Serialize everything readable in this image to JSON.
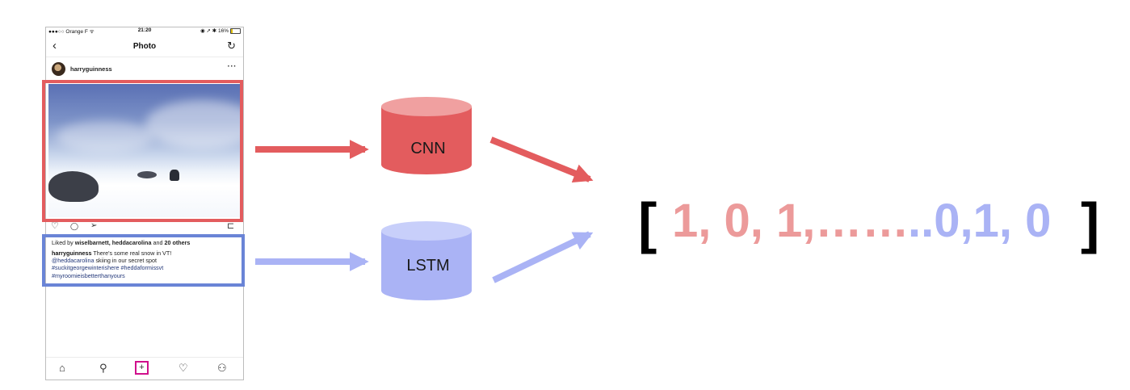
{
  "phone": {
    "status": {
      "carrier": "●●●○○ Orange F ᯤ",
      "time": "21:20",
      "battery": "◉ ➚ ✱ 16%"
    },
    "header": {
      "back_icon": "‹",
      "title": "Photo",
      "refresh_icon": "↻"
    },
    "post": {
      "username": "harryguinness",
      "more_icon": "···",
      "likes_prefix": "Liked by ",
      "likes_names": "wiselbarnett, heddacarolina",
      "likes_and": " and ",
      "likes_count": "20 others",
      "caption_user": "harryguinness",
      "caption_text": " There's some real snow in VT!",
      "caption_mention": "@heddacarolina",
      "caption_rest": " skiing in our secret spot",
      "hashtags_line1": "#suckitgeorgewinterishere #heddaformissvt",
      "hashtags_line2": "#myroomieisbetterthanyours"
    },
    "actions": {
      "heart": "♡",
      "comment": "◯",
      "share": "➢",
      "bookmark": "⊏"
    },
    "bottom_nav": {
      "home": "⌂",
      "search": "⚲",
      "add": "+",
      "activity": "♡",
      "profile": "⚇"
    }
  },
  "models": {
    "cnn_label": "CNN",
    "lstm_label": "LSTM",
    "cnn_color": "#e35c5e",
    "lstm_color": "#aab3f5"
  },
  "output_vector": {
    "open_bracket": "[",
    "red_part": "1, 0, 1,……",
    "blue_part": "..0,1, 0",
    "close_bracket": "]",
    "red_color": "#ec9a9a",
    "blue_color": "#aab3f5"
  }
}
